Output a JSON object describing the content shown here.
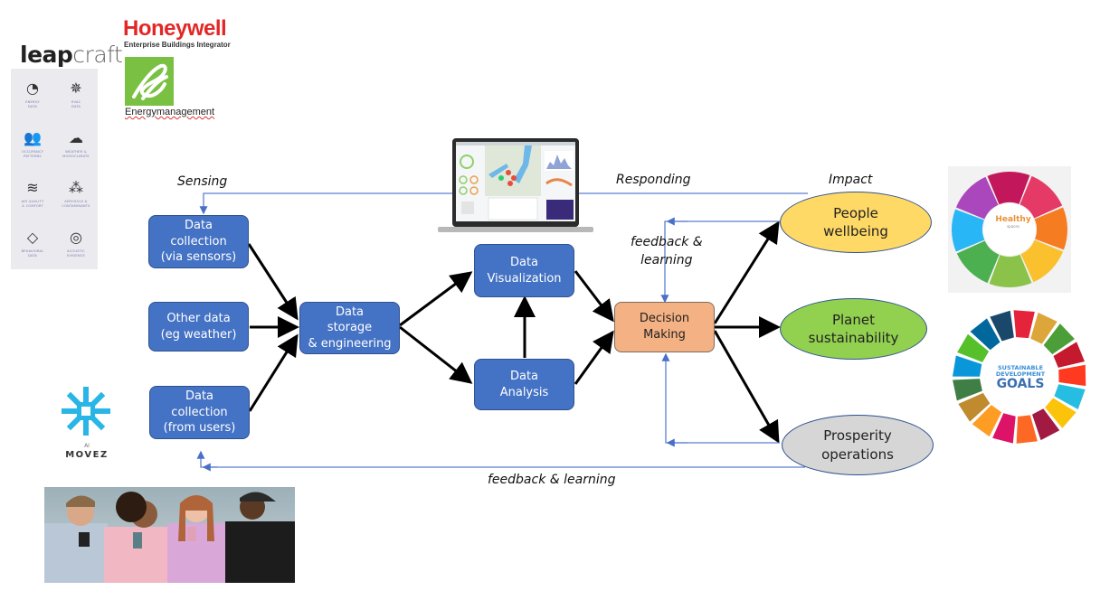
{
  "logos": {
    "leapcraft": {
      "name_bold": "leap",
      "name_light": "craft",
      "tiles": [
        {
          "icon": "gauge-icon",
          "glyph": "◔",
          "label": "ENERGY\nDATA"
        },
        {
          "icon": "hvac-icon",
          "glyph": "✵",
          "label": "HVAC\nDATA"
        },
        {
          "icon": "people-icon",
          "glyph": "👥",
          "label": "OCCUPANCY\nPATTERNS"
        },
        {
          "icon": "cloud-icon",
          "glyph": "☁",
          "label": "WEATHER &\nMICROCLIMATE"
        },
        {
          "icon": "wind-icon",
          "glyph": "≋",
          "label": "AIR QUALITY\n& COMFORT"
        },
        {
          "icon": "particles-icon",
          "glyph": "⁂",
          "label": "AEROSOLS &\nCONTAMINANTS"
        },
        {
          "icon": "diamond-icon",
          "glyph": "◇",
          "label": "BEHAVIORAL\nDATA"
        },
        {
          "icon": "fingerprint-icon",
          "glyph": "◎",
          "label": "ACOUSTIC\nEVIDENCE"
        }
      ]
    },
    "honeywell": {
      "name": "Honeywell",
      "subtitle": "Enterprise Buildings Integrator"
    },
    "energymanagement": {
      "name": "Energymanagement"
    },
    "movez": {
      "prefix": "AI",
      "name": "MOVEZ"
    },
    "healthy": {
      "name": "Healthy",
      "sub": "spaces"
    },
    "sdg": {
      "line1": "SUSTAINABLE",
      "line2": "DEVELOPMENT",
      "line3": "GOALS"
    }
  },
  "labels": {
    "sensing": "Sensing",
    "responding": "Responding",
    "impact": "Impact",
    "feedback_top": "feedback &\nlearning",
    "feedback_bottom": "feedback & learning"
  },
  "nodes": {
    "collect_sensors": "Data\ncollection\n(via sensors)",
    "other_data": "Other data\n(eg weather)",
    "collect_users": "Data\ncollection\n(from users)",
    "storage": "Data\nstorage\n& engineering",
    "visualization": "Data\nVisualization",
    "analysis": "Data\nAnalysis",
    "decision": "Decision\nMaking",
    "people": "People\nwellbeing",
    "planet": "Planet\nsustainability",
    "prosperity": "Prosperity\noperations"
  },
  "colors": {
    "box_blue": "#4472c4",
    "decision_orange": "#f4b183",
    "people_yellow": "#ffd966",
    "planet_green": "#92d050",
    "prosperity_gray": "#d0d0d0",
    "feedback_line": "#5b7fd1"
  }
}
